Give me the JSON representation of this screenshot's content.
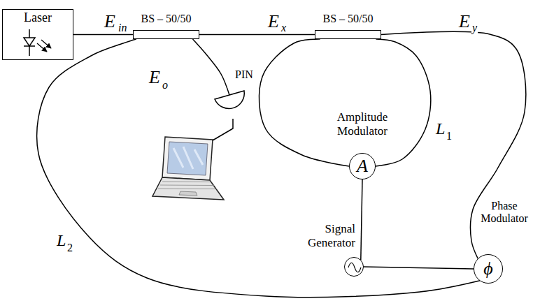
{
  "diagram": {
    "nodes": [
      {
        "text": [
          "Laser"
        ]
      },
      {
        "text": [
          "BS – 50/50"
        ]
      },
      {
        "text": [
          "BS – 50/50"
        ]
      },
      {
        "text": [
          "PIN"
        ]
      },
      {
        "text": [
          "Amplitude Modulator",
          "A"
        ]
      },
      {
        "text": [
          "Signal Generator"
        ]
      },
      {
        "text": [
          "Phase Modulator",
          "ϕ"
        ]
      }
    ],
    "edges": [
      {
        "from": 0,
        "to": 1,
        "arrow": "none"
      },
      {
        "from": 1,
        "to": 2,
        "arrow": "none"
      },
      {
        "from": 1,
        "to": 3,
        "arrow": "none"
      },
      {
        "from": 2,
        "to": 4,
        "arrow": "none"
      },
      {
        "from": 4,
        "to": 2,
        "arrow": "none"
      },
      {
        "from": 2,
        "to": 6,
        "arrow": "none"
      },
      {
        "from": 6,
        "to": 1,
        "arrow": "none"
      },
      {
        "from": 5,
        "to": 4,
        "arrow": "none"
      },
      {
        "from": 5,
        "to": 6,
        "arrow": "none"
      }
    ],
    "labels": [
      "E",
      "in",
      "E",
      "x",
      "E",
      "y",
      "E",
      "o",
      "L",
      "1",
      "L",
      "2"
    ]
  }
}
